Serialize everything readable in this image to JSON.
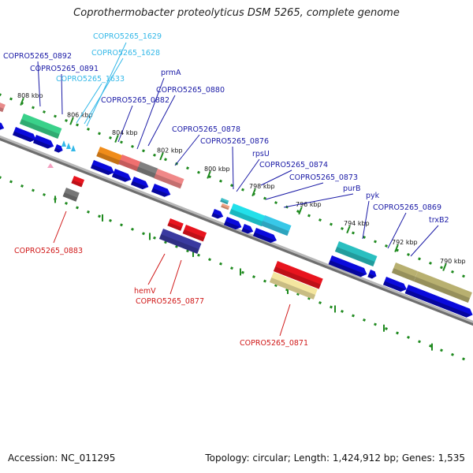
{
  "title": "Coprothermobacter proteolyticus DSM 5265, complete genome",
  "accession": "Accession: NC_011295",
  "summary": "Topology: circular; Length: 1,424,912 bp; Genes: 1,535",
  "kbp_ticks": [
    "808 kbp",
    "806 kbp",
    "804 kbp",
    "802 kbp",
    "800 kbp",
    "798 kbp",
    "796 kbp",
    "794 kbp",
    "792 kbp",
    "790 kbp"
  ],
  "labels": [
    {
      "text": "COPRO5265_1629",
      "color": "#33b8e8"
    },
    {
      "text": "COPRO5265_0892",
      "color": "#1a1aa6"
    },
    {
      "text": "COPRO5265_1628",
      "color": "#33b8e8"
    },
    {
      "text": "COPRO5265_0891",
      "color": "#1a1aa6"
    },
    {
      "text": "COPRO5265_1633",
      "color": "#33b8e8"
    },
    {
      "text": "prmA",
      "color": "#1a1aa6"
    },
    {
      "text": "COPRO5265_0880",
      "color": "#1a1aa6"
    },
    {
      "text": "COPRO5265_0882",
      "color": "#1a1aa6"
    },
    {
      "text": "COPRO5265_0878",
      "color": "#1a1aa6"
    },
    {
      "text": "COPRO5265_0876",
      "color": "#1a1aa6"
    },
    {
      "text": "rpsU",
      "color": "#1a1aa6"
    },
    {
      "text": "COPRO5265_0874",
      "color": "#1a1aa6"
    },
    {
      "text": "COPRO5265_0873",
      "color": "#1a1aa6"
    },
    {
      "text": "purB",
      "color": "#1a1aa6"
    },
    {
      "text": "pyk",
      "color": "#1a1aa6"
    },
    {
      "text": "COPRO5265_0869",
      "color": "#1a1aa6"
    },
    {
      "text": "trxB2",
      "color": "#1a1aa6"
    },
    {
      "text": "COPRO5265_0883",
      "color": "#d01818"
    },
    {
      "text": "hemV",
      "color": "#d01818"
    },
    {
      "text": "COPRO5265_0877",
      "color": "#d01818"
    },
    {
      "text": "COPRO5265_0871",
      "color": "#d01818"
    }
  ],
  "colors": {
    "backbone": "#888888",
    "tick_green": "#1f8a1f",
    "cds_blue": "#0a0adc",
    "rna_red": "#e8141e",
    "label_blue": "#1a1aa6",
    "label_cyan": "#33b8e8",
    "label_red": "#d01818"
  }
}
